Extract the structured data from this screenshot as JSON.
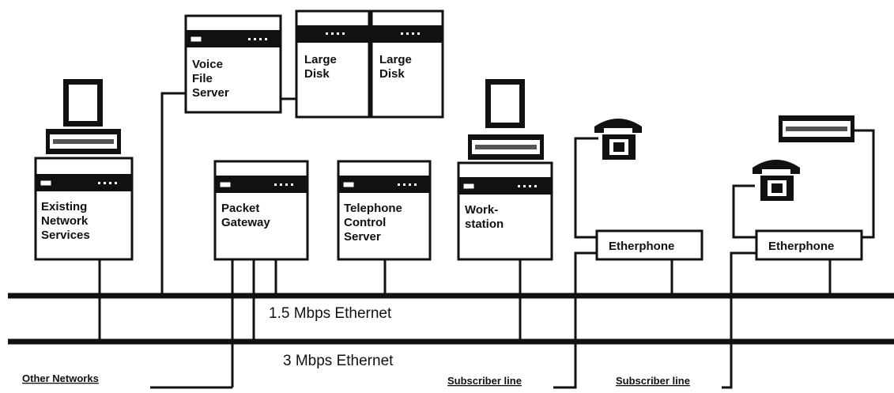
{
  "buses": {
    "upper_label": "1.5 Mbps Ethernet",
    "lower_label": "3 Mbps Ethernet"
  },
  "servers": {
    "existing_network_services": [
      "Existing",
      "Network",
      "Services"
    ],
    "voice_file_server": [
      "Voice",
      "File",
      "Server"
    ],
    "large_disk_1": [
      "Large",
      "Disk"
    ],
    "large_disk_2": [
      "Large",
      "Disk"
    ],
    "packet_gateway": [
      "Packet",
      "Gateway"
    ],
    "telephone_control_server": [
      "Telephone",
      "Control",
      "Server"
    ],
    "workstation": [
      "Work-",
      "station"
    ]
  },
  "etherphones": {
    "left": "Etherphone",
    "right": "Etherphone"
  },
  "links": {
    "other_networks": "Other Networks",
    "subscriber_line_1": "Subscriber line",
    "subscriber_line_2": "Subscriber line"
  },
  "icons": [
    "monitor-icon",
    "keyboard-icon",
    "telephone-icon"
  ]
}
